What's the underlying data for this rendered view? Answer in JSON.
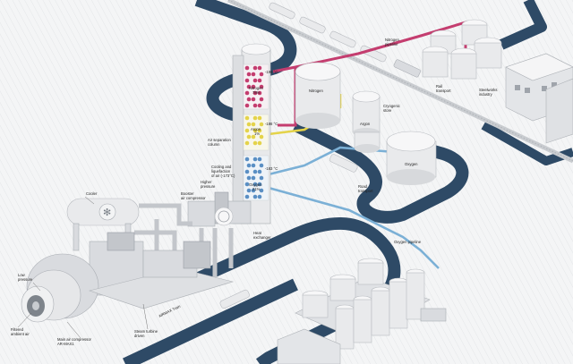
{
  "labels": {
    "nitrogen_pipeline": [
      "Nitrogen",
      "pipeline"
    ],
    "rail_transport": [
      "Rail",
      "transport"
    ],
    "steelworks_industry": [
      "Steelworks",
      "industry"
    ],
    "nitrogen_tank": "Nitrogen",
    "oxygen_tank": "Oxygen",
    "cryogenic_store": [
      "Cryogenic",
      "store"
    ],
    "argon_tank": "Argon",
    "road_transport": [
      "Road",
      "transport"
    ],
    "oxygen_pipeline": "Oxygen pipeline",
    "air_separation_column": [
      "Air separation",
      "column"
    ],
    "heat_exchanger": [
      "Heat",
      "exchanger"
    ],
    "cooling_liquefaction": [
      "Cooling and",
      "liquefaction",
      "of air (-173°C)"
    ],
    "higher_pressure": [
      "Higher",
      "pressure"
    ],
    "booster_compressor": [
      "Booster",
      "air compressor"
    ],
    "cooler": "Cooler",
    "low_pressure": [
      "Low",
      "pressure"
    ],
    "filtered_ambient_air": [
      "Filtered",
      "ambient air"
    ],
    "main_compressor": [
      "Main air compressor",
      "AR-MAX1"
    ],
    "steam_turbine": [
      "Steam turbine",
      "driven"
    ],
    "airmax_train": "AIRMAX Train",
    "column_temps": [
      "-196 °C",
      "-186 °C",
      "-183 °C"
    ],
    "column_gases": [
      "Nitrogen",
      "78%",
      "Argon",
      "1%",
      "Oxygen",
      "21%"
    ]
  },
  "colors": {
    "road": "#2e4a66",
    "nitrogen_pipe": "#c43d6f",
    "oxygen_pipe": "#7bb0d6",
    "argon_pipe": "#e4d34a",
    "nitrogen_molecule": "#c43d6f",
    "argon_molecule": "#e4d34a",
    "oxygen_molecule": "#5a8fc4"
  }
}
